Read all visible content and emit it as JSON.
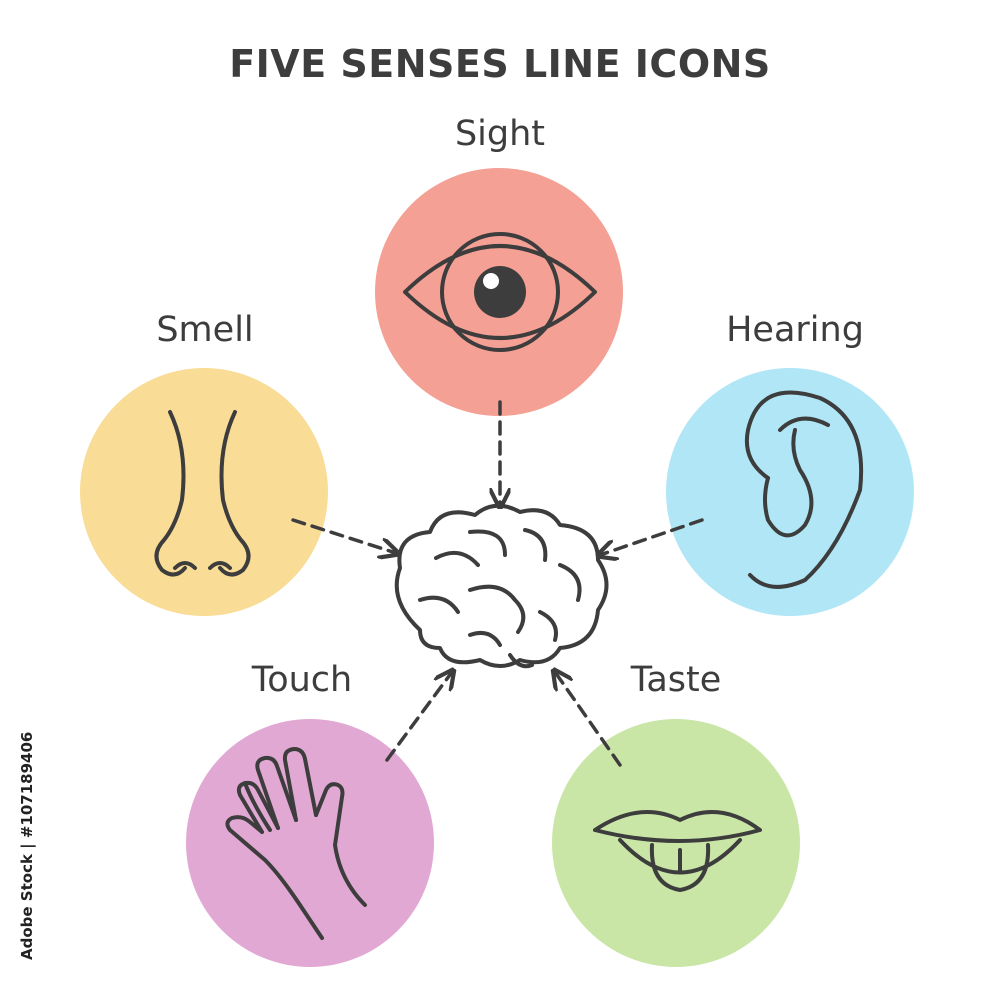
{
  "title": "FIVE SENSES LINE ICONS",
  "senses": {
    "sight": {
      "label": "Sight",
      "color": "#f4a095",
      "icon": "eye-icon"
    },
    "hearing": {
      "label": "Hearing",
      "color": "#b0e6f6",
      "icon": "ear-icon"
    },
    "smell": {
      "label": "Smell",
      "color": "#f9dc96",
      "icon": "nose-icon"
    },
    "touch": {
      "label": "Touch",
      "color": "#e2a8d4",
      "icon": "hand-icon"
    },
    "taste": {
      "label": "Taste",
      "color": "#c9e6a7",
      "icon": "tongue-icon"
    }
  },
  "center": {
    "icon": "brain-icon"
  },
  "stock_id": "Adobe Stock | #107189406"
}
